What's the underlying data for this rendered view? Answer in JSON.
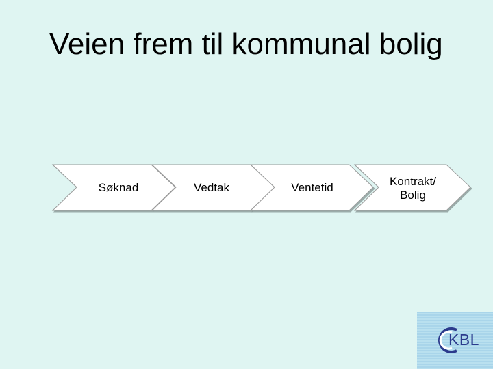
{
  "title": "Veien frem til kommunal bolig",
  "steps": [
    {
      "label": "Søknad"
    },
    {
      "label": "Vedtak"
    },
    {
      "label": "Ventetid"
    },
    {
      "label_lines": [
        "Kontrakt/",
        "Bolig"
      ]
    }
  ],
  "logo": {
    "text": "KBL"
  },
  "colors": {
    "background": "#dff5f2",
    "chevron_fill": "#ffffff",
    "logo_text": "#2b3a8c"
  }
}
